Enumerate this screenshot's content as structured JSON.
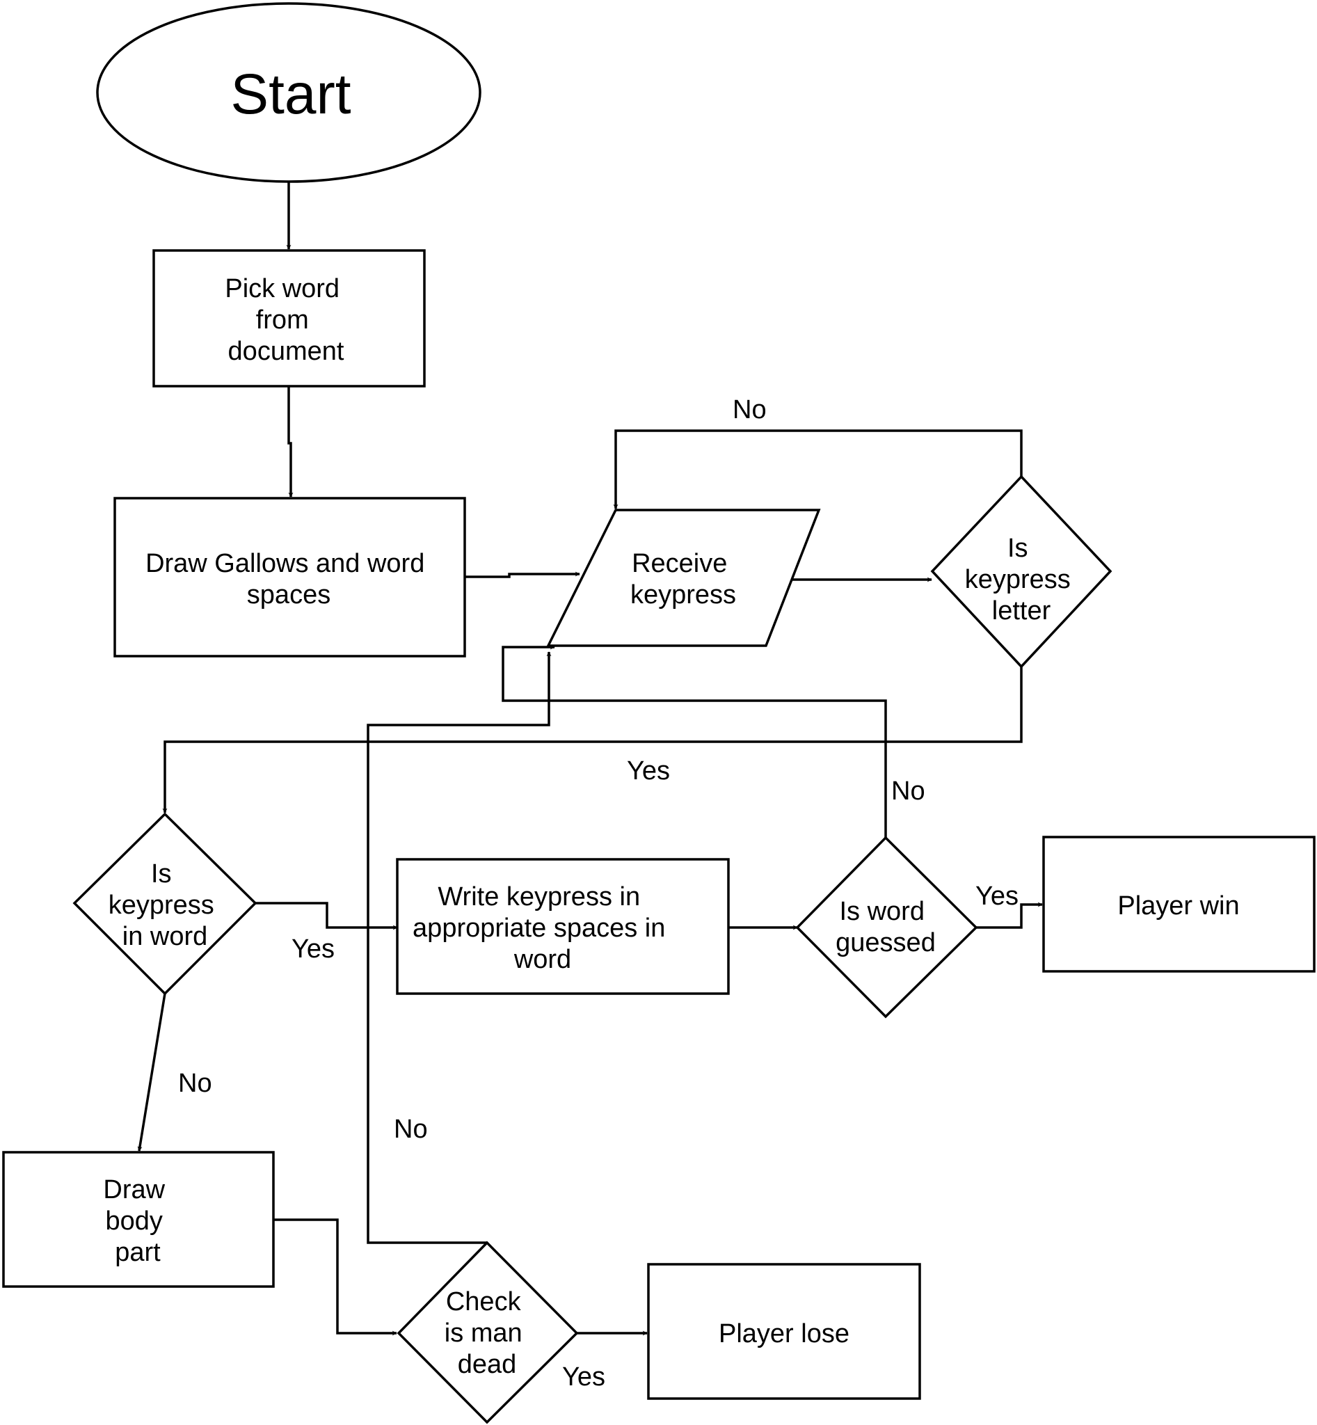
{
  "nodes": {
    "start": {
      "lines": [
        "Start"
      ]
    },
    "pick_word": {
      "lines": [
        "Pick word",
        "from",
        "document"
      ]
    },
    "draw_gallows": {
      "lines": [
        "Draw Gallows and word",
        "spaces"
      ]
    },
    "receive_keypress": {
      "lines": [
        "Receive",
        "keypress"
      ]
    },
    "is_letter": {
      "lines": [
        "Is",
        "keypress",
        "letter"
      ]
    },
    "in_word": {
      "lines": [
        "Is",
        "keypress",
        "in word"
      ]
    },
    "write_keypress": {
      "lines": [
        "Write keypress in",
        "appropriate spaces in",
        "word"
      ]
    },
    "word_guessed": {
      "lines": [
        "Is word",
        "guessed"
      ]
    },
    "player_win": {
      "lines": [
        "Player win"
      ]
    },
    "draw_body": {
      "lines": [
        "Draw",
        "body",
        "part"
      ]
    },
    "man_dead": {
      "lines": [
        "Check",
        "is man",
        "dead"
      ]
    },
    "player_lose": {
      "lines": [
        "Player lose"
      ]
    }
  },
  "edge_labels": {
    "letter_no": "No",
    "letter_yes": "Yes",
    "guessed_no": "No",
    "guessed_yes": "Yes",
    "in_word_yes": "Yes",
    "in_word_no": "No",
    "dead_no": "No",
    "dead_yes": "Yes"
  },
  "colors": {
    "stroke": "#000000",
    "fill": "#ffffff",
    "text": "#000000"
  }
}
